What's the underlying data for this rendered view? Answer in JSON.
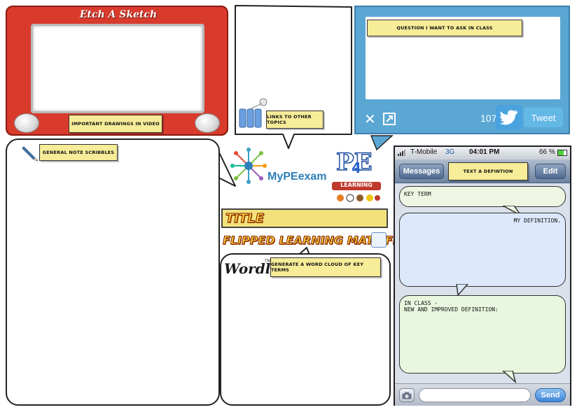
{
  "etch": {
    "title": "Etch A Sketch",
    "label": "Important drawings in video"
  },
  "links": {
    "label": "Links to other topics"
  },
  "twitter": {
    "label": "Question I want to ask in class",
    "count": "107",
    "tweet_button": "Tweet"
  },
  "notes": {
    "label": "General note scribbles"
  },
  "logos": {
    "mypeexam": "MyPEexam",
    "pe4learning_top": "PE",
    "pe4learning_num": "4",
    "pe4learning_bottom": "LEARNING"
  },
  "title_bar": {
    "text": "TITLE"
  },
  "flm_bar": {
    "text": "FLIPPED LEARNING MAT #FLM"
  },
  "wordle": {
    "logo": "Wordle",
    "tm": "TM",
    "label": "Generate a word cloud of key terms"
  },
  "phone": {
    "carrier": "T-Mobile",
    "network": "3G",
    "time": "04:01 PM",
    "battery": "66 %",
    "back_button": "Messages",
    "nav_label": "Text a defintion",
    "edit_button": "Edit",
    "bubble_key_term": "KEY TERM",
    "bubble_definition": "MY DEFINITION.",
    "bubble_in_class_line1": "IN CLASS -",
    "bubble_in_class_line2": "NEW AND IMPROVED DEFINITION:",
    "send_button": "Send"
  },
  "colors": {
    "label_yellow": "#f7ec98",
    "etch_red": "#d83a2c",
    "twitter_blue": "#5aa7d4",
    "bubble_blue": "#dce8fb",
    "bubble_green": "#e9f7de"
  }
}
